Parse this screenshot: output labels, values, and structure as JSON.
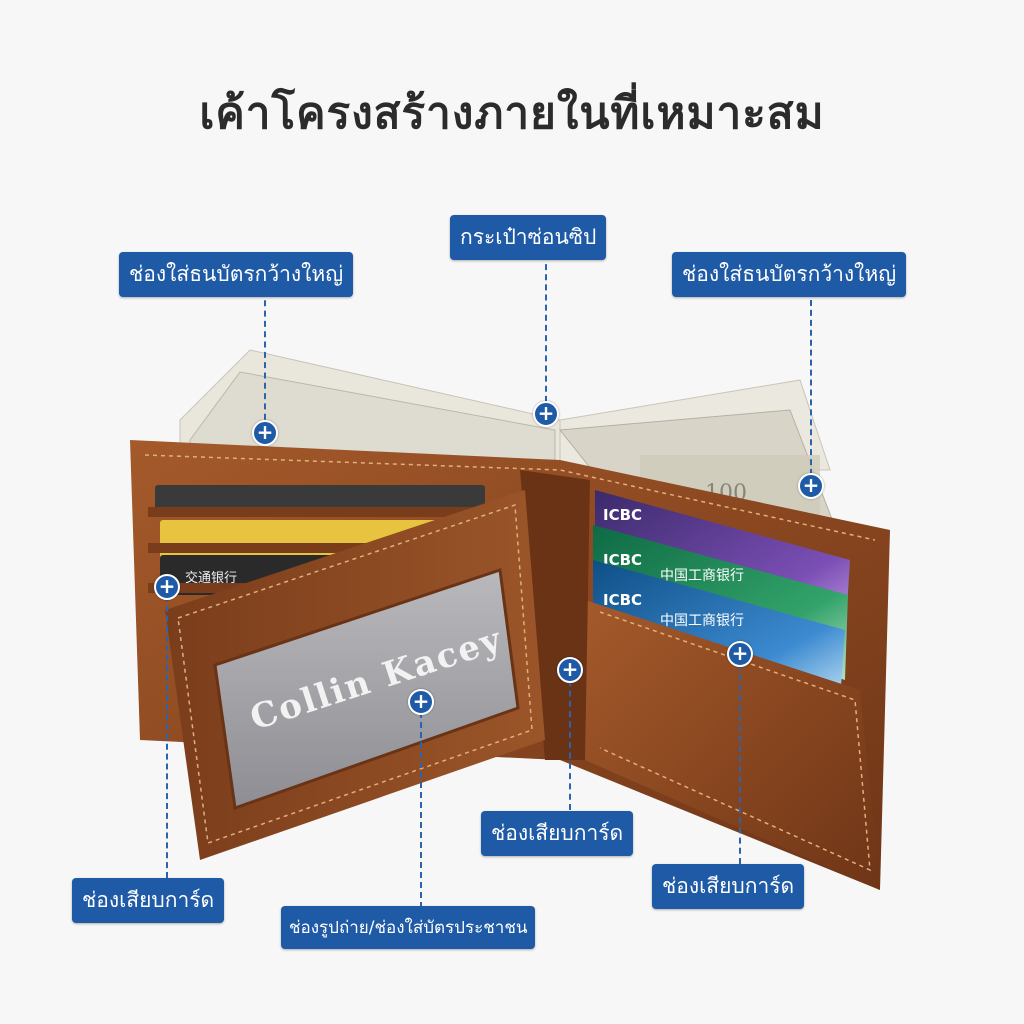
{
  "title": "เค้าโครงสร้างภายในที่เหมาะสม",
  "photo": {
    "name_card_text": "Collin Kacey",
    "card_brand": "ICBC",
    "card_bank_cn": "中国工商银行",
    "other_card_bank": "交通银行"
  },
  "callouts": {
    "wide_bill_left": "ช่องใส่ธนบัตรกว้างใหญ่",
    "zip_pocket": "กระเป๋าซ่อนซิป",
    "wide_bill_right": "ช่องใส่ธนบัตรกว้างใหญ่",
    "card_slot_left": "ช่องเสียบการ์ด",
    "photo_id_slot": "ช่องรูปถ่าย/ช่องใส่บัตรประชาชน",
    "card_slot_center": "ช่องเสียบการ์ด",
    "card_slot_right": "ช่องเสียบการ์ด"
  },
  "colors": {
    "label_bg": "#1f5aa6",
    "leather": "#8a4a22",
    "background": "#f7f7f7"
  },
  "icons": {
    "marker": "plus-circle-icon"
  }
}
